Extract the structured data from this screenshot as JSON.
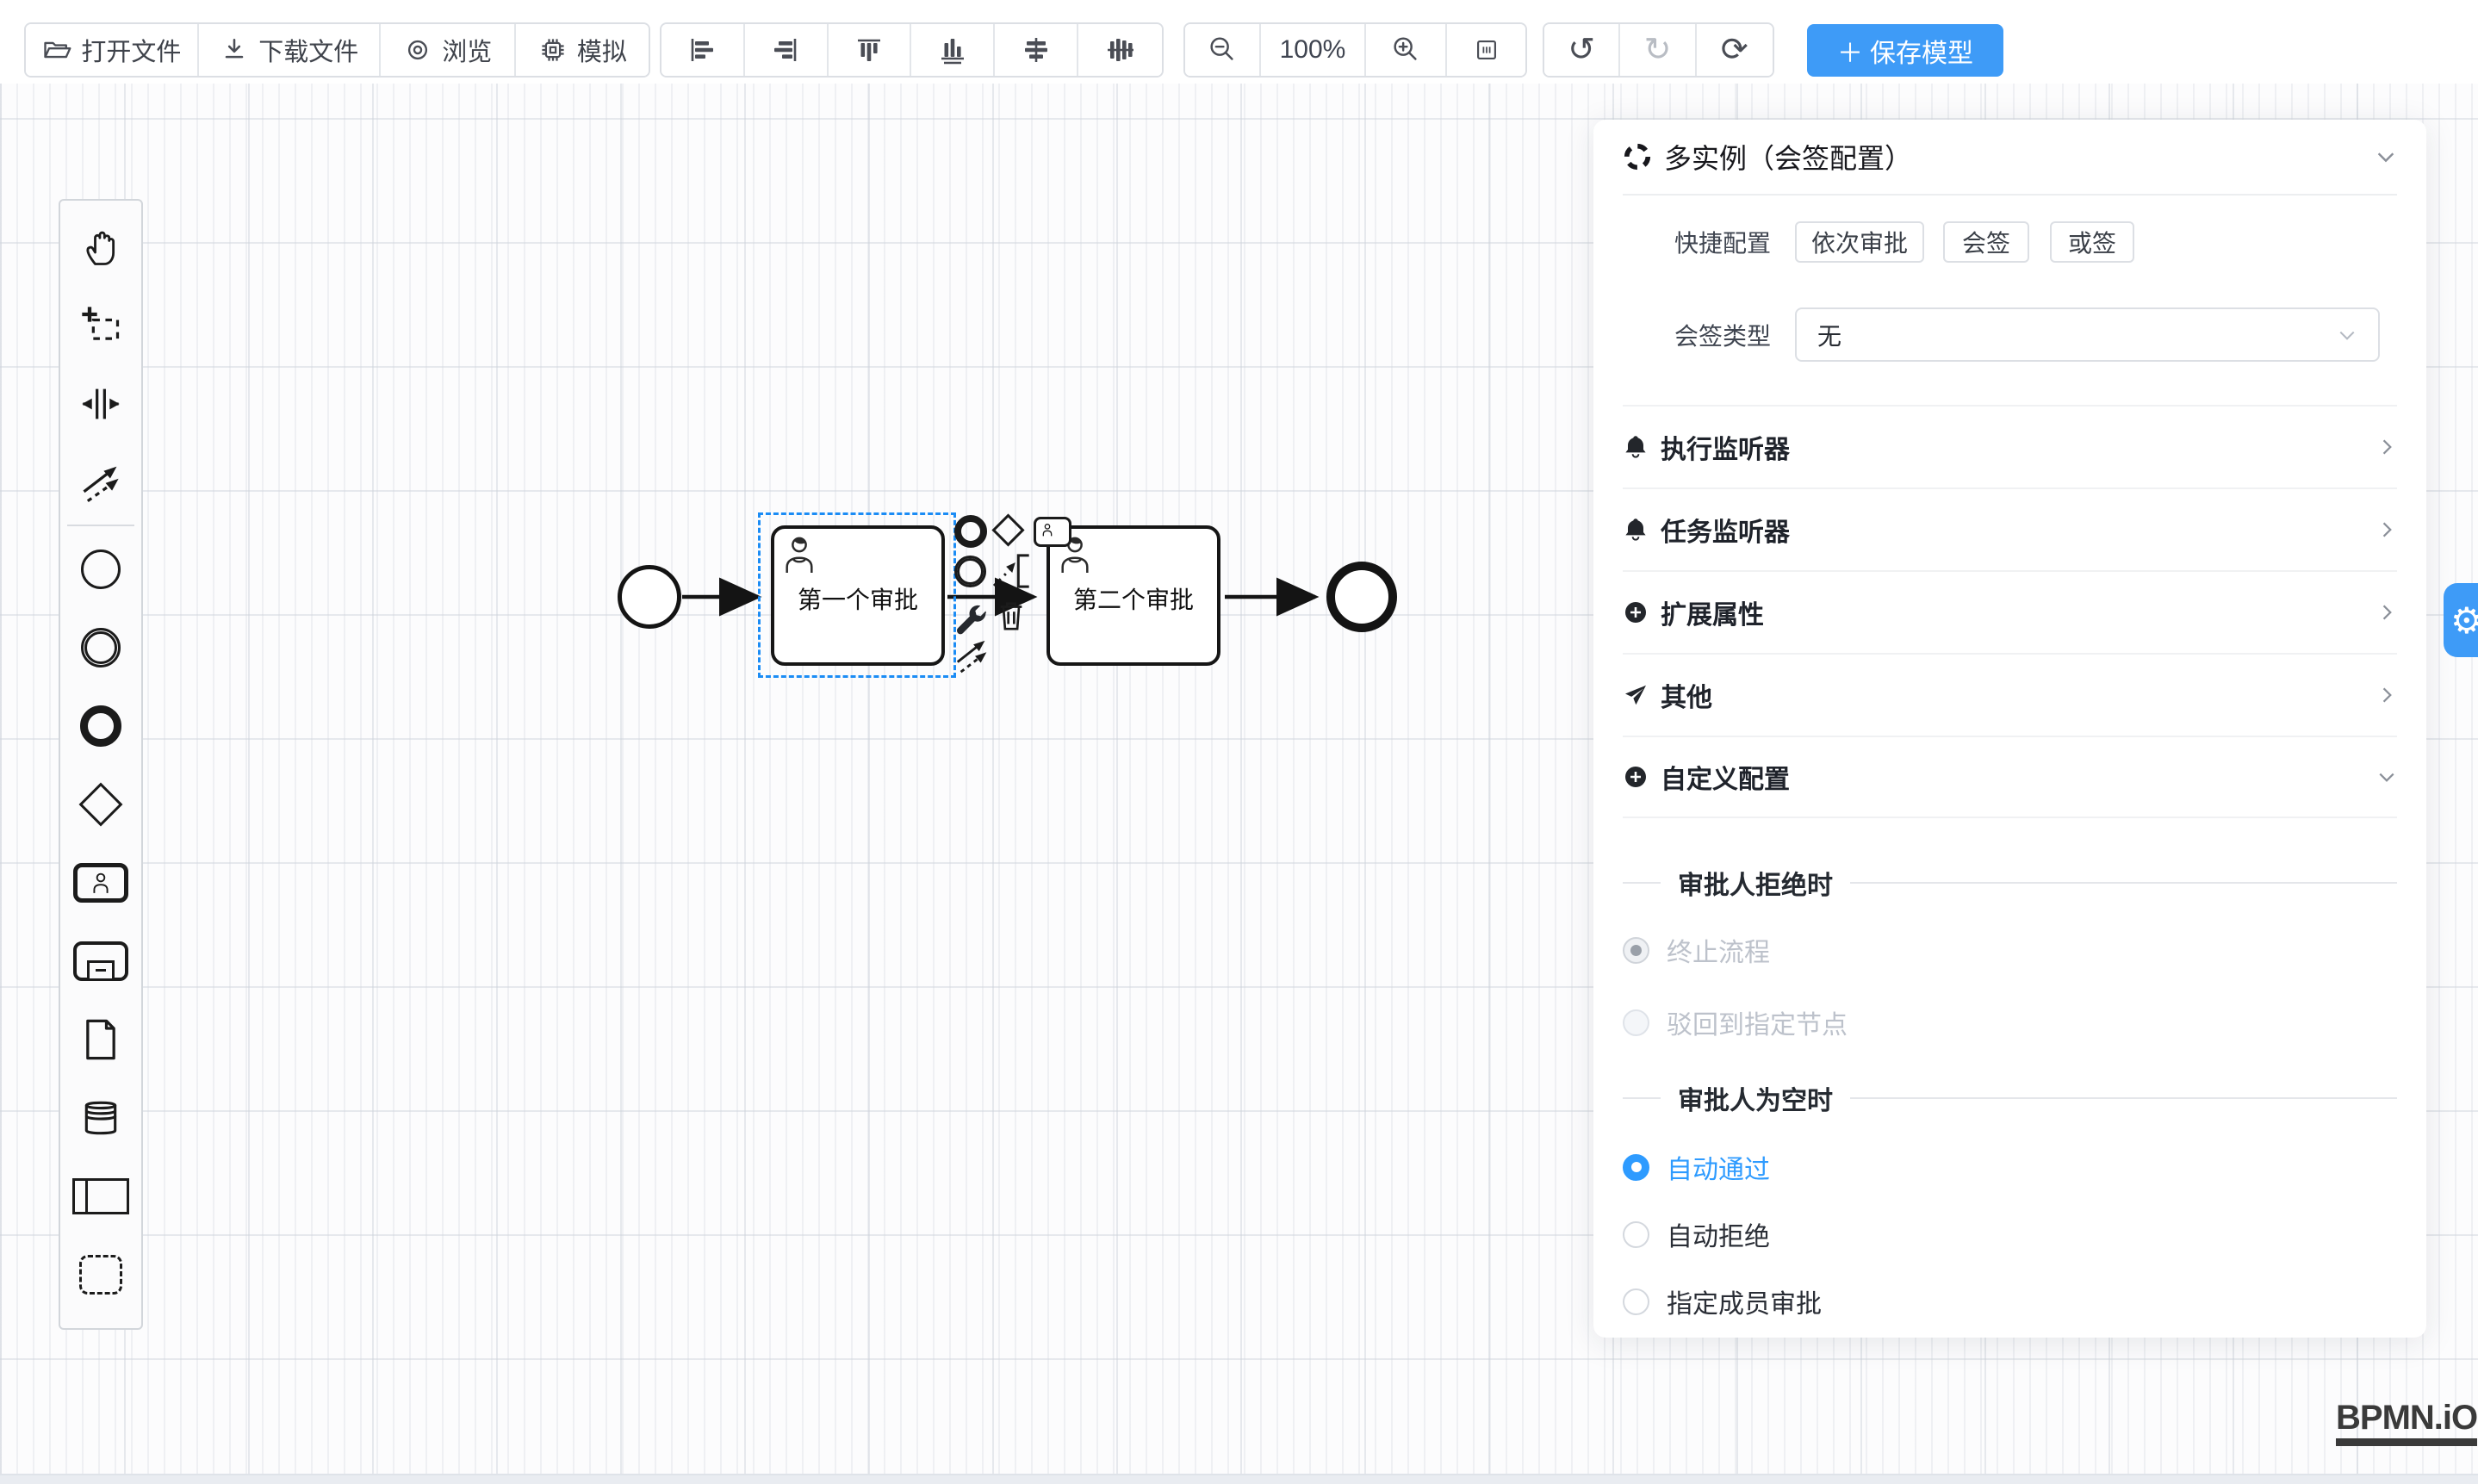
{
  "toolbar": {
    "open": "打开文件",
    "download": "下载文件",
    "preview": "浏览",
    "simulate": "模拟",
    "zoom_level": "100%",
    "save": "保存模型"
  },
  "icons": {
    "plus": "＋",
    "undo": "↺",
    "redo": "↻",
    "refresh": "⟳",
    "gear": "⚙"
  },
  "palette": {
    "tools": [
      "hand-tool",
      "lasso-tool",
      "space-tool",
      "global-connect-tool"
    ],
    "elements": [
      "start-event",
      "intermediate-event",
      "end-event",
      "gateway",
      "user-task",
      "sub-process",
      "data-object",
      "data-store",
      "participant",
      "group"
    ]
  },
  "canvas": {
    "task1": "第一个审批",
    "task2": "第二个审批"
  },
  "context_pad": [
    "append-end-event",
    "append-gateway",
    "append-user-task",
    "append-intermediate-event",
    "association",
    "text-annotation",
    "change-type-wrench",
    "delete-trash",
    "connect"
  ],
  "panel": {
    "title": "多实例（会签配置）",
    "quick_label": "快捷配置",
    "quick_options": [
      "依次审批",
      "会签",
      "或签"
    ],
    "type_label": "会签类型",
    "type_value": "无",
    "sections": [
      {
        "label": "执行监听器",
        "icon": "bell"
      },
      {
        "label": "任务监听器",
        "icon": "bell"
      },
      {
        "label": "扩展属性",
        "icon": "plus-circle"
      },
      {
        "label": "其他",
        "icon": "send"
      },
      {
        "label": "自定义配置",
        "icon": "plus-circle"
      }
    ],
    "reject_title": "审批人拒绝时",
    "reject_options": [
      {
        "label": "终止流程",
        "checked": true,
        "disabled": true
      },
      {
        "label": "驳回到指定节点",
        "checked": false,
        "disabled": true
      }
    ],
    "empty_title": "审批人为空时",
    "empty_options": [
      {
        "label": "自动通过",
        "checked": true
      },
      {
        "label": "自动拒绝",
        "checked": false
      },
      {
        "label": "指定成员审批",
        "checked": false
      }
    ]
  },
  "misc": {
    "watermark": "BPMN.iO"
  },
  "colors": {
    "accent": "#3E9BF7",
    "selection": "#1B8CF5",
    "radio_active": "#2E9BFF"
  }
}
